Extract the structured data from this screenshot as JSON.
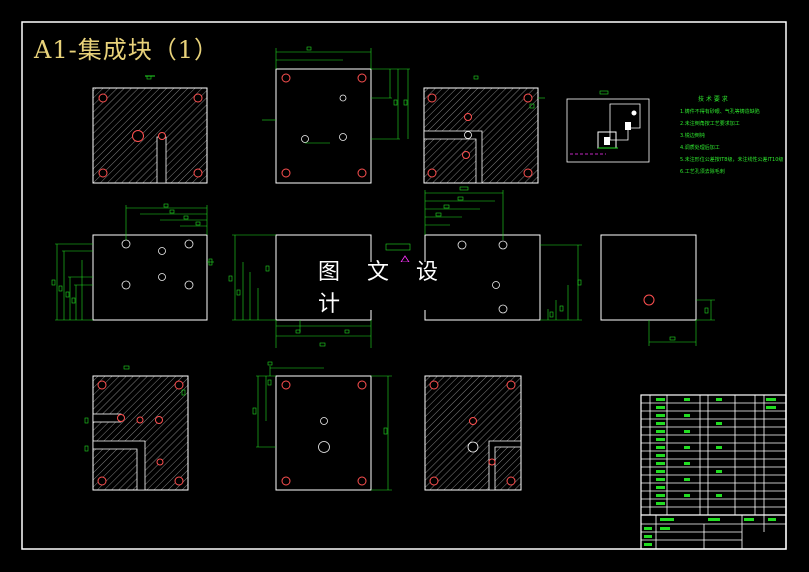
{
  "drawing": {
    "title": "A1-集成块（1）",
    "watermark": "图 文 设 计",
    "tech_requirements": {
      "heading": "技 术 要 求",
      "items": [
        "1.铸件不得有砂眼、气孔等铸造缺陷",
        "2.未注倒角按工艺要求加工",
        "3.锐边倒钝",
        "4.调质处理后加工",
        "5.未注形位公差按IT8级，未注线性公差IT10级",
        "6.工艺孔须去除毛刺"
      ]
    }
  },
  "colors": {
    "background": "#000000",
    "outline": "#ffffff",
    "dimension": "#22dd22",
    "hole": "#ff4444",
    "title": "#e8d27a",
    "accent": "#ff33ff"
  }
}
